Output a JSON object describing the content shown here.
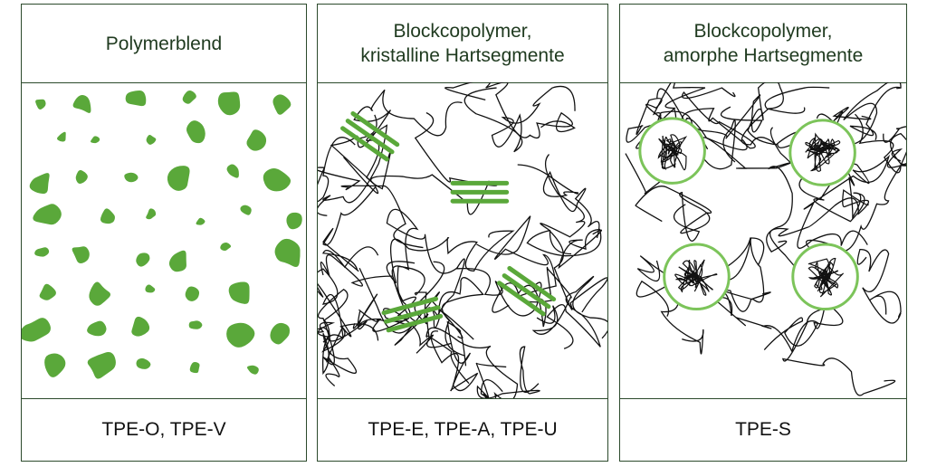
{
  "panels": [
    {
      "title": "Polymerblend",
      "footer": "TPE-O, TPE-V",
      "pattern": "polymer-blend-domains"
    },
    {
      "title": "Blockcopolymer,\nkristalline Hartsegmente",
      "footer": "TPE-E, TPE-A, TPE-U",
      "pattern": "chain-network-with-crystalline-segments"
    },
    {
      "title": "Blockcopolymer,\namorphe Hartsegmente",
      "footer": "TPE-S",
      "pattern": "chain-network-with-amorphous-domains"
    }
  ],
  "colors": {
    "green": "#5aa83a",
    "green_light": "#7cc45a",
    "border": "#2c4a2c",
    "chain": "#111111"
  }
}
